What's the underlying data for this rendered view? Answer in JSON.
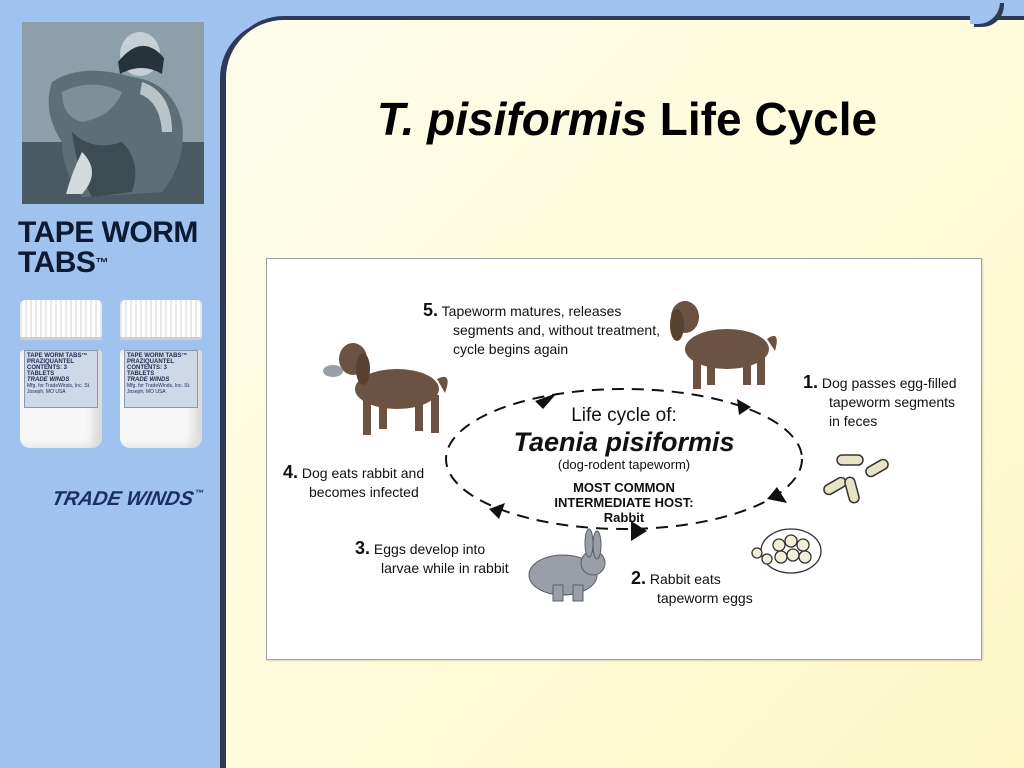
{
  "slide": {
    "title_italic": "T. pisiformis",
    "title_rest": " Life Cycle"
  },
  "sidebar": {
    "brand_line1": "TAPE WORM",
    "brand_line2": "TABS",
    "brand_tm": "™",
    "bottle_label_name": "TAPE WORM TABS™",
    "bottle_label_drug": "PRAZIQUANTEL",
    "bottle_label_contents": "CONTENTS: 3 TABLETS",
    "bottle_label_logo": "TRADE WINDS",
    "bottle_label_mfg": "Mfg. for TradeWinds, Inc. St. Joseph, MO USA",
    "logo_text": "TRADE WINDS",
    "logo_tm": "™"
  },
  "diagram": {
    "center_heading": "Life cycle of:",
    "center_species": "Taenia pisiformis",
    "center_common": "(dog-rodent tapeworm)",
    "center_host_label_1": "MOST COMMON",
    "center_host_label_2": "INTERMEDIATE HOST:",
    "center_host_value": "Rabbit",
    "steps": [
      {
        "num": "1.",
        "line1": "Dog passes egg-filled",
        "line2": "tapeworm segments",
        "line3": "in feces"
      },
      {
        "num": "2.",
        "line1": "Rabbit eats",
        "line2": "tapeworm eggs"
      },
      {
        "num": "3.",
        "line1": "Eggs develop into",
        "line2": "larvae while in rabbit"
      },
      {
        "num": "4.",
        "line1": "Dog eats rabbit and",
        "line2": "becomes infected"
      },
      {
        "num": "5.",
        "line1": "Tapeworm matures, releases",
        "line2": "segments and, without treatment,",
        "line3": "cycle begins again"
      }
    ]
  },
  "colors": {
    "sidebar_blue": "#9fc2ee",
    "panel_cream": "#fefcd8",
    "dog_brown": "#6b5242",
    "rabbit_gray": "#9a9ea6"
  }
}
